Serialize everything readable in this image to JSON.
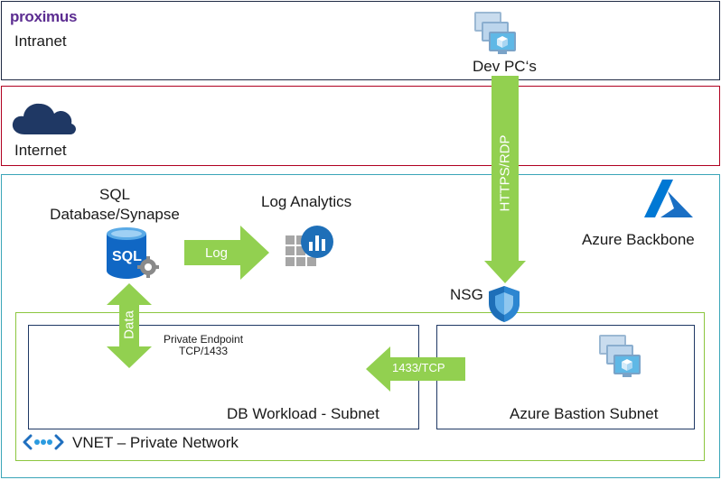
{
  "zones": {
    "intranet": {
      "logo_text": "proximus",
      "label": "Intranet",
      "border": "#1f2a44"
    },
    "internet": {
      "label": "Internet",
      "border": "#b00020"
    },
    "azure": {
      "label": "Azure Backbone",
      "border": "#3aa5b8"
    },
    "vnet": {
      "label": "VNET – Private Network",
      "border": "#8cc63f"
    }
  },
  "nodes": {
    "dev_pcs": {
      "label": "Dev PC‘s",
      "icon": "virtual-machines-icon"
    },
    "sql": {
      "label_line1": "SQL",
      "label_line2": "Database/Synapse",
      "icon_text": "SQL",
      "icon": "sql-database-icon"
    },
    "log_analytics": {
      "label": "Log Analytics",
      "icon": "log-analytics-icon"
    },
    "nsg": {
      "label": "NSG",
      "icon": "shield-icon"
    },
    "db_subnet": {
      "label": "DB Workload - Subnet"
    },
    "bastion_subnet": {
      "label": "Azure Bastion Subnet",
      "icon": "virtual-machines-icon"
    },
    "private_endpoint": {
      "line1": "Private Endpoint",
      "line2": "TCP/1433"
    }
  },
  "connections": {
    "https_rdp": "HTTPS/RDP",
    "log": "Log",
    "data": "Data",
    "tcp_1433": "1433/TCP"
  },
  "colors": {
    "arrow_green": "#92d050",
    "azure_blue": "#0078d4",
    "proximus_purple": "#5c2d91",
    "cloud_navy": "#1f3864"
  }
}
